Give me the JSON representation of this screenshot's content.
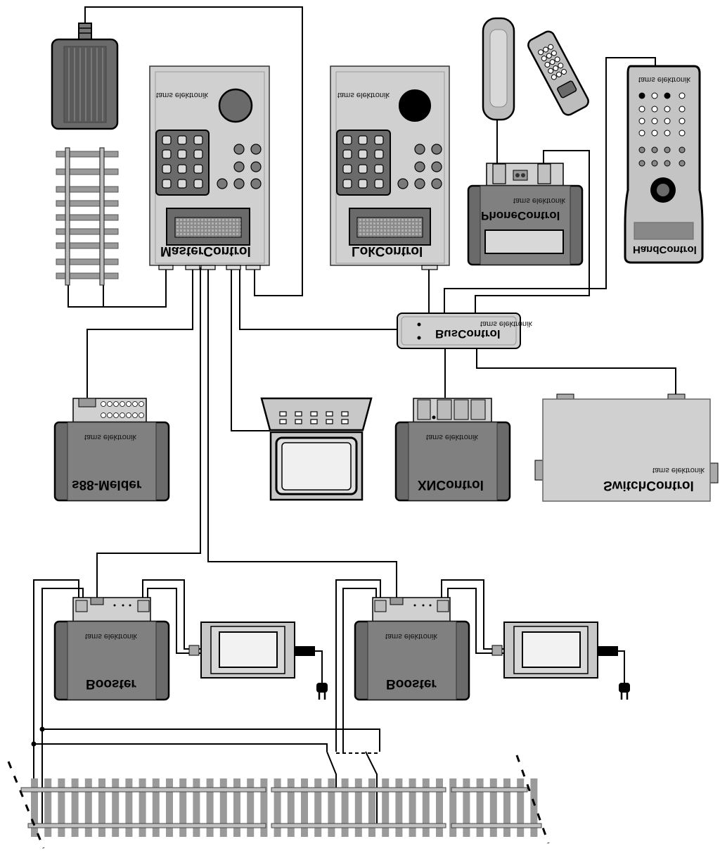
{
  "brand": "tams elektronik",
  "devices": {
    "master": "MasterControl",
    "lok": "LokControl",
    "phone": "PhoneControl",
    "hand": "HandControl",
    "bus": "BusControl",
    "s88": "s88-Melder",
    "xn": "XNControl",
    "switch": "SwitchControl",
    "booster1": "Booster",
    "booster2": "Booster"
  },
  "colors": {
    "device_light": "#d0d0d0",
    "device_dark": "#6a6a6a",
    "device_body": "#808080",
    "rail": "#9a9a9a",
    "wire": "#000000"
  }
}
